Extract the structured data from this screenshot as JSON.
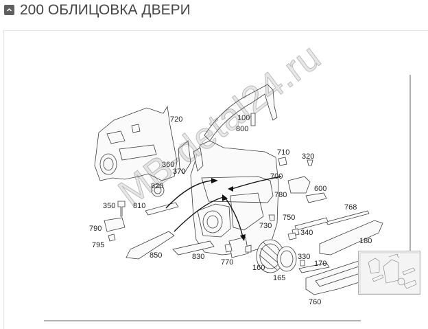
{
  "header": {
    "title": "200 ОБЛИЦОВКА ДВЕРИ",
    "collapse_icon": "collapse-icon"
  },
  "watermark": {
    "text": "MB-detal24.ru"
  },
  "callouts": {
    "c100": "100",
    "c800": "800",
    "c720": "720",
    "c710": "710",
    "c320": "320",
    "c360": "360",
    "c370": "370",
    "c700": "700",
    "c820": "820",
    "c600": "600",
    "c780": "780",
    "c768": "768",
    "c350": "350",
    "c810": "810",
    "c750": "750",
    "c790": "790",
    "c730": "730",
    "c340": "340",
    "c180": "180",
    "c795": "795",
    "c850": "850",
    "c830": "830",
    "c770": "770",
    "c160": "160",
    "c330": "330",
    "c170": "170",
    "c165": "165",
    "c760": "760"
  },
  "colors": {
    "line": "#3a3a3a",
    "part_fill": "#fafafa",
    "shade": "#d8d8d8",
    "text": "#444444"
  }
}
